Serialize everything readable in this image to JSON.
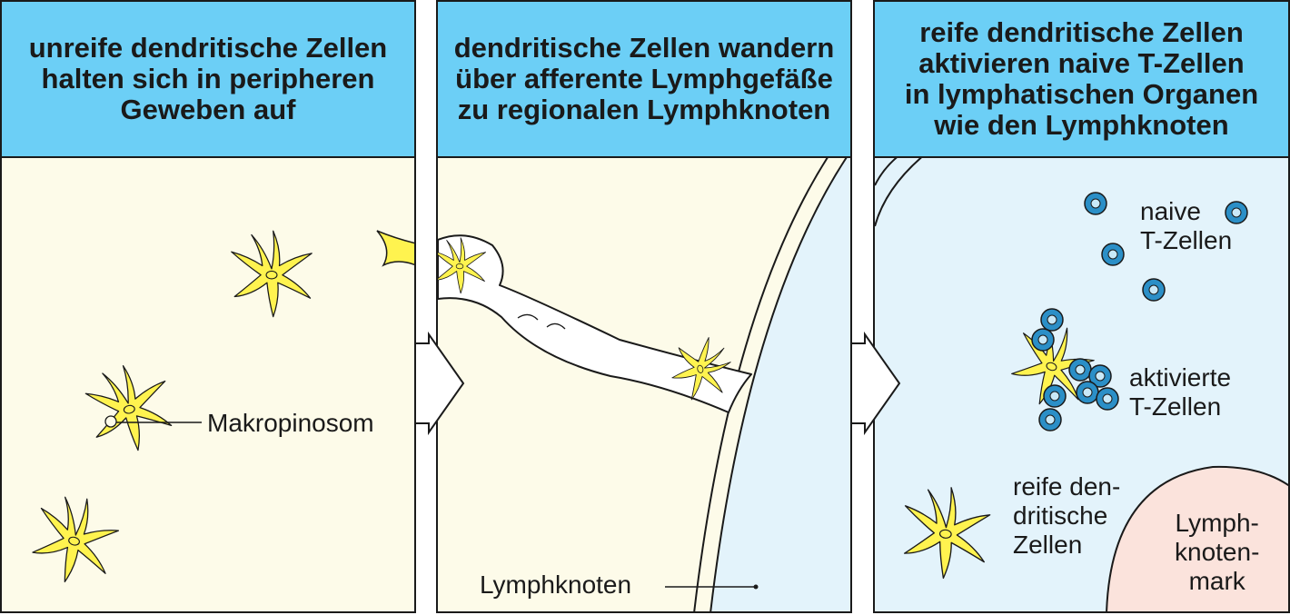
{
  "panels": [
    {
      "title": "unreife dendritische Zellen\nhalten sich in peripheren\nGeweben auf"
    },
    {
      "title": "dendritische Zellen wandern\nüber afferente Lymphgefäße\nzu regionalen Lymphknoten"
    },
    {
      "title": "reife dendritische Zellen\naktivieren naive T-Zellen\nin lymphatischen Organen\nwie den Lymphknoten"
    }
  ],
  "labels": {
    "macropinosome": "Makropinosom",
    "lymph_node": "Lymphknoten",
    "naive_t_cells": "naive\nT-Zellen",
    "activated_t_cells": "aktivierte\nT-Zellen",
    "mature_dendritic_cells": "reife den-\ndritische\nZellen",
    "lymph_node_medulla": "Lymph-\nknoten-\nmark"
  },
  "colors": {
    "header": "#6ccff6",
    "tissue": "#fdfbe9",
    "lymph_node": "#e3f3fb",
    "medulla": "#fbe3dc",
    "dendritic_cell": "#fff34f",
    "t_cell": "#2b8fc7",
    "outline": "#1a1a1a"
  }
}
